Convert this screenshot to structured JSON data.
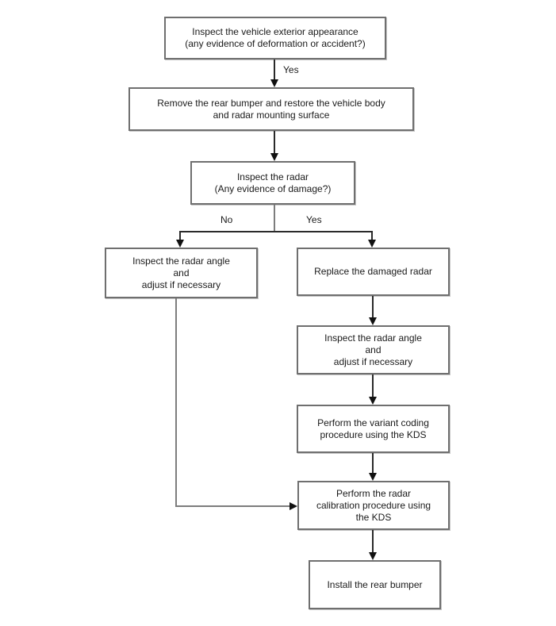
{
  "diagram": {
    "type": "flowchart",
    "nodes": [
      {
        "id": "inspect-exterior",
        "text": "Inspect the vehicle exterior appearance\n(any evidence of deformation or accident?)"
      },
      {
        "id": "remove-rear-bumper",
        "text": "Remove the rear bumper and restore the vehicle body\nand radar mounting surface"
      },
      {
        "id": "inspect-radar",
        "text": "Inspect the radar\n(Any evidence of damage?)"
      },
      {
        "id": "inspect-radar-angle-left",
        "text": "Inspect the radar angle\nand\nadjust if necessary"
      },
      {
        "id": "replace-damaged-radar",
        "text": "Replace the damaged radar"
      },
      {
        "id": "inspect-radar-angle-right",
        "text": "Inspect the radar angle\nand\nadjust if necessary"
      },
      {
        "id": "variant-coding",
        "text": "Perform the variant coding\nprocedure using the KDS"
      },
      {
        "id": "radar-calibration",
        "text": "Perform the radar\ncalibration procedure using\nthe KDS"
      },
      {
        "id": "install-rear-bumper",
        "text": "Install the rear bumper"
      }
    ],
    "edge_labels": {
      "yes_top": "Yes",
      "no_branch": "No",
      "yes_branch": "Yes"
    },
    "colors": {
      "background": "#ffffff",
      "box_border": "#6f6f6f",
      "connector_dark": "#2a2a2a",
      "connector_gray": "#7d7d7d",
      "text": "#1a1a1a"
    }
  }
}
